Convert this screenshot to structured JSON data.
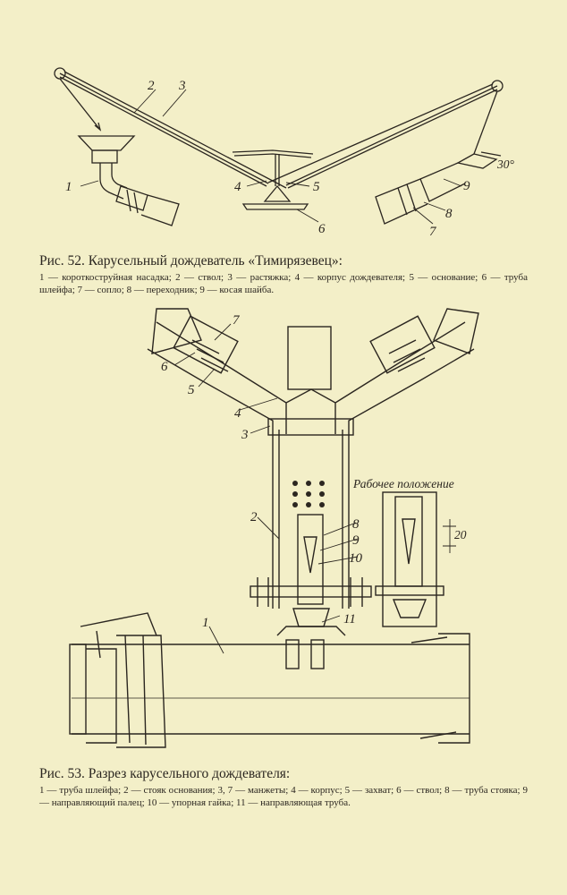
{
  "fig52": {
    "title": "Рис. 52. Карусельный дождеватель «Тимирязевец»:",
    "legend": "1 — короткоструйная насадка; 2 — ствол; 3 — растяжка; 4 — корпус дождевателя; 5 — основание; 6 — труба шлейфа; 7 — сопло; 8 — переходник; 9 — косая шайба.",
    "callouts": [
      "1",
      "2",
      "3",
      "4",
      "5",
      "6",
      "7",
      "8",
      "9"
    ],
    "angle_label": "30°"
  },
  "fig53": {
    "title": "Рис. 53. Разрез карусельного дождевателя:",
    "legend": "1 — труба шлейфа; 2 — стояк основания; 3, 7 — манжеты; 4 — корпус; 5 — захват; 6 — ствол; 8 — труба стояка; 9 — направляющий палец; 10 — упорная гайка; 11 — направляющая труба.",
    "callouts": [
      "1",
      "2",
      "3",
      "4",
      "5",
      "6",
      "7",
      "8",
      "9",
      "10",
      "11"
    ],
    "inset_title": "Рабочее положение",
    "dimension": "20"
  }
}
